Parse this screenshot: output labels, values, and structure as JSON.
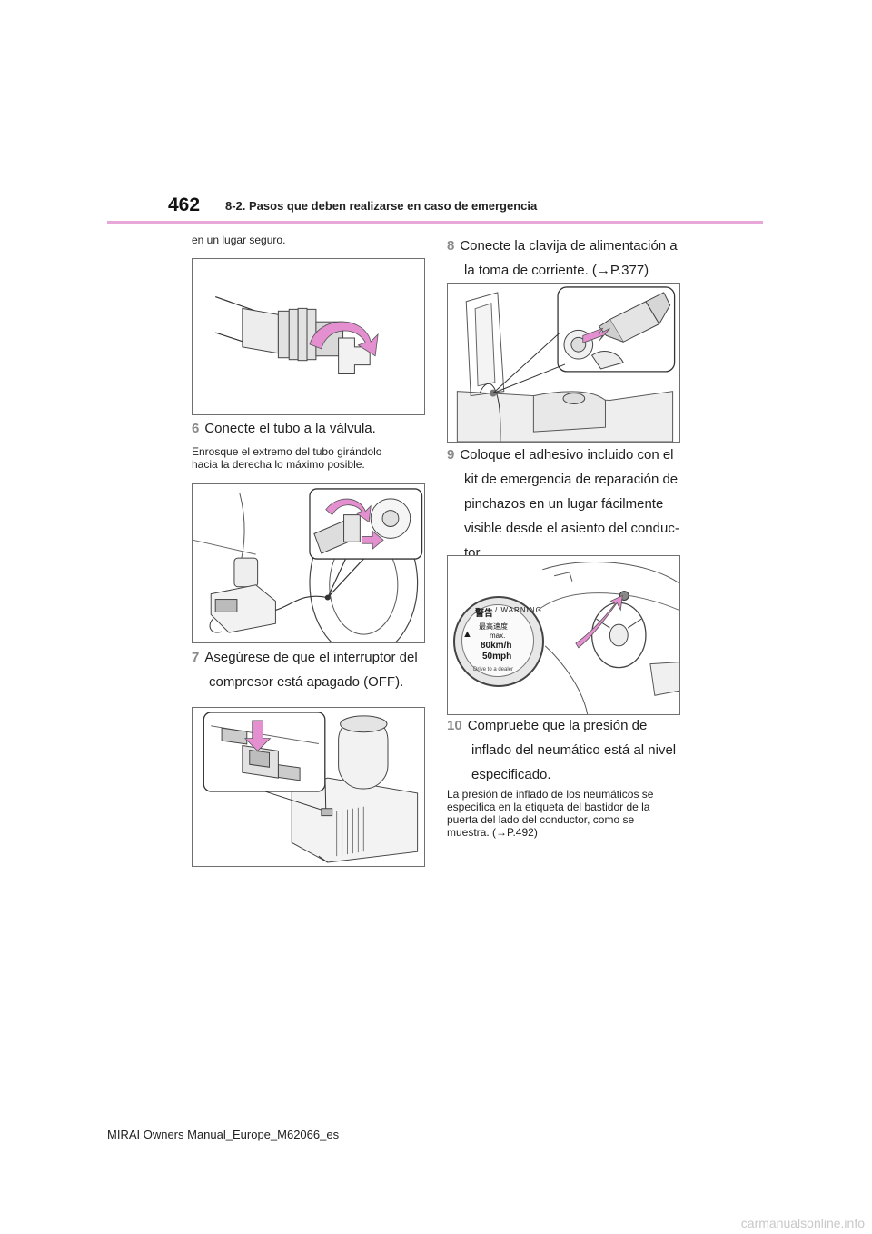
{
  "header": {
    "page_number": "462",
    "section_title": "8-2. Pasos que deben realizarse en caso de emergencia",
    "accent_color": "#e9a6d8"
  },
  "left_column": {
    "intro_text": "en un lugar seguro.",
    "step6": {
      "number": "6",
      "text": "Conecte el tubo a la válvula."
    },
    "step6_note_line1": "Enrosque el extremo del tubo girándolo",
    "step6_note_line2": "hacia la derecha lo máximo posible.",
    "step7": {
      "number": "7",
      "line1": "Asegúrese de que el interruptor del",
      "line2": "compresor está apagado (OFF)."
    }
  },
  "right_column": {
    "step8": {
      "number": "8",
      "line1": "Conecte la clavija de alimentación a",
      "line2": "la toma de corriente. (→P.377)"
    },
    "step9": {
      "number": "9",
      "line1": "Coloque el adhesivo incluido con el",
      "line2": "kit de emergencia de reparación de",
      "line3": "pinchazos en un lugar fácilmente",
      "line4": "visible desde el asiento del conduc-",
      "line5": "tor."
    },
    "sticker": {
      "warning_jp": "警告",
      "warning_en": "/ WARNING",
      "speed_title": "最高速度",
      "max": "max.",
      "kmh": "80km/h",
      "mph": "50mph",
      "bottom_text": "Drive to a dealer"
    },
    "step10": {
      "number": "10",
      "line1": "Compruebe que la presión de",
      "line2": "inflado del neumático está al nivel",
      "line3": "especificado."
    },
    "step10_note_line1": "La presión de inflado de los neumáticos se",
    "step10_note_line2": "especifica en la etiqueta del bastidor de la",
    "step10_note_line3": "puerta del lado del conductor, como se",
    "step10_note_line4": "muestra. (→P.492)"
  },
  "footer": {
    "manual_title": "MIRAI Owners Manual_Europe_M62066_es",
    "watermark": "carmanualsonline.info"
  },
  "colors": {
    "arrow_pink": "#e38fd0",
    "border": "#6f6f6f"
  }
}
